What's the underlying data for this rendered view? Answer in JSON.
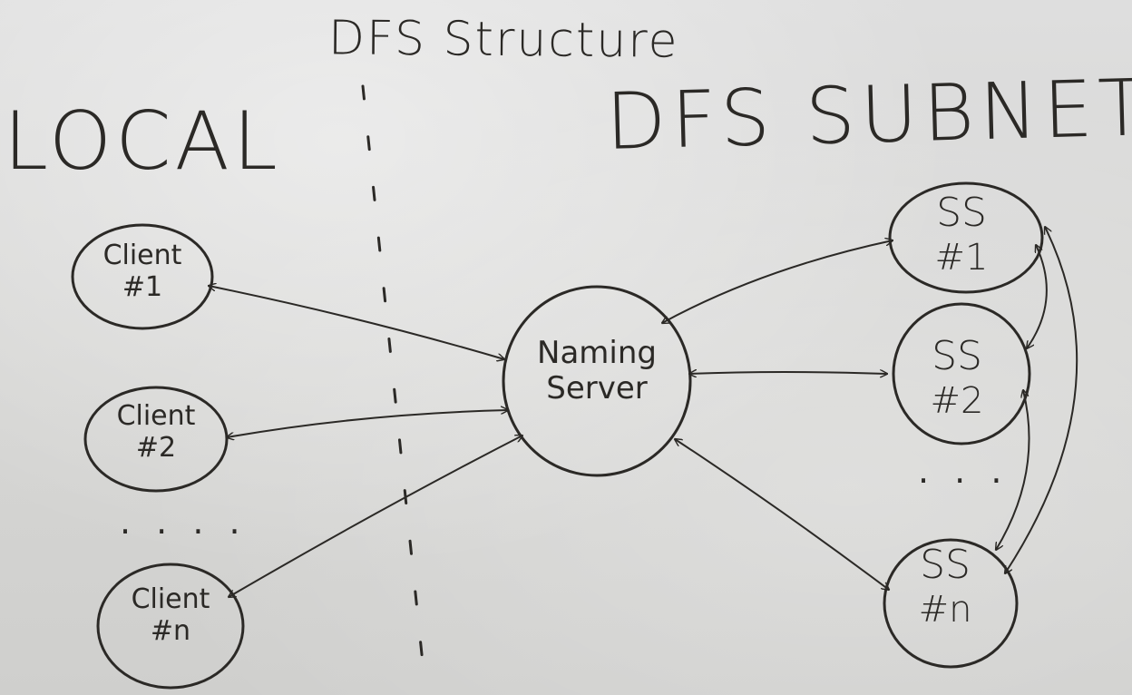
{
  "title": "DFS Structure",
  "left_region_label": "LOCAL",
  "right_region_label": "DFS SUBNET",
  "clients": [
    {
      "name": "Client",
      "number": "#1"
    },
    {
      "name": "Client",
      "number": "#2"
    },
    {
      "name": "Client",
      "number": "#n"
    }
  ],
  "clients_ellipsis": ". . . .",
  "naming_server": {
    "line1": "Naming",
    "line2": "Server"
  },
  "storage_servers": [
    {
      "name": "SS",
      "number": "#1"
    },
    {
      "name": "SS",
      "number": "#2"
    },
    {
      "name": "SS",
      "number": "#n"
    }
  ],
  "storage_ellipsis": ". . .",
  "ink_color": "#2b2926",
  "board_color": "#d9d9d7"
}
